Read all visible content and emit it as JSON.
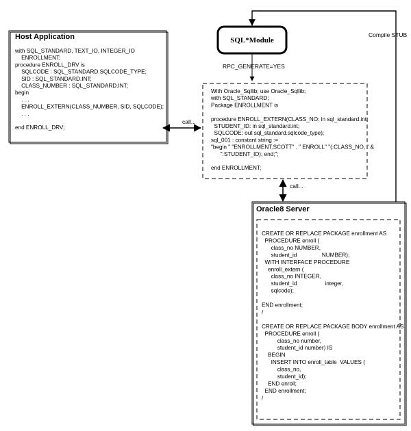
{
  "sql_module": {
    "title": "SQL*Module"
  },
  "host_app": {
    "title": "Host Application",
    "lines": [
      "with SQL_STANDARD, TEXT_IO, INTEGER_IO",
      "    ENROLLMENT;",
      "procedure ENROLL_DRV is",
      "    SQLCODE : SQL_STANDARD.SQLCODE_TYPE;",
      "    SID : SQL_STANDARD.INT;",
      "    CLASS_NUMBER : SQL_STANDARD.INT;",
      "begin",
      "    . . .",
      "    ENROLL_EXTERN(CLASS_NUMBER, SID, SQLCODE);",
      "    . . .",
      "",
      "end ENROLL_DRV;"
    ]
  },
  "stub": {
    "lines": [
      "With Oracle_Sqllib; use Oracle_Sqllib;",
      "with SQL_STANDARD;",
      "Package ENROLLMENT is",
      "",
      "procedure ENROLL_EXTERN(CLASS_NO: in sql_standard.int;",
      "  STUDENT_ID: in sql_standard.int;",
      "  SQLCODE: out sql_standard.sqlcode_type);",
      "sql_001 : constant string :=",
      "\"begin \" \"ENROLLMENT.SCOTT\" . \" ENROLL\" \"(:CLASS_NO, \" &",
      "      \":STUDENT_ID); end;\";",
      "",
      "end ENROLLMENT;"
    ]
  },
  "server": {
    "title": "Oracle8 Server",
    "lines": [
      "CREATE OR REPLACE PACKAGE enrollment AS",
      "  PROCEDURE enroll (",
      "      class_no NUMBER,",
      "      student_id                NUMBER);",
      "  WITH INTERFACE PROCEDURE",
      "    enroll_extern (",
      "      class_no INTEGER,",
      "      student_id                  integer,",
      "      sqlcode);",
      "",
      "END enrollment;",
      "/",
      "",
      "CREATE OR REPLACE PACKAGE BODY enrollment AS",
      "  PROCEDURE enroll (",
      "          class_no number,",
      "          student_id number) IS",
      "    BEGIN",
      "      INSERT INTO enroll_table  VALUES (",
      "          class_no,",
      "          student_id);",
      "    END enroll;",
      "  END enrollment;",
      "/"
    ]
  },
  "labels": {
    "rpc_generate": "RPC_GENERATE=YES",
    "call_host": "call...",
    "call_server": "call...",
    "compile_stub": "Compile STUB"
  }
}
